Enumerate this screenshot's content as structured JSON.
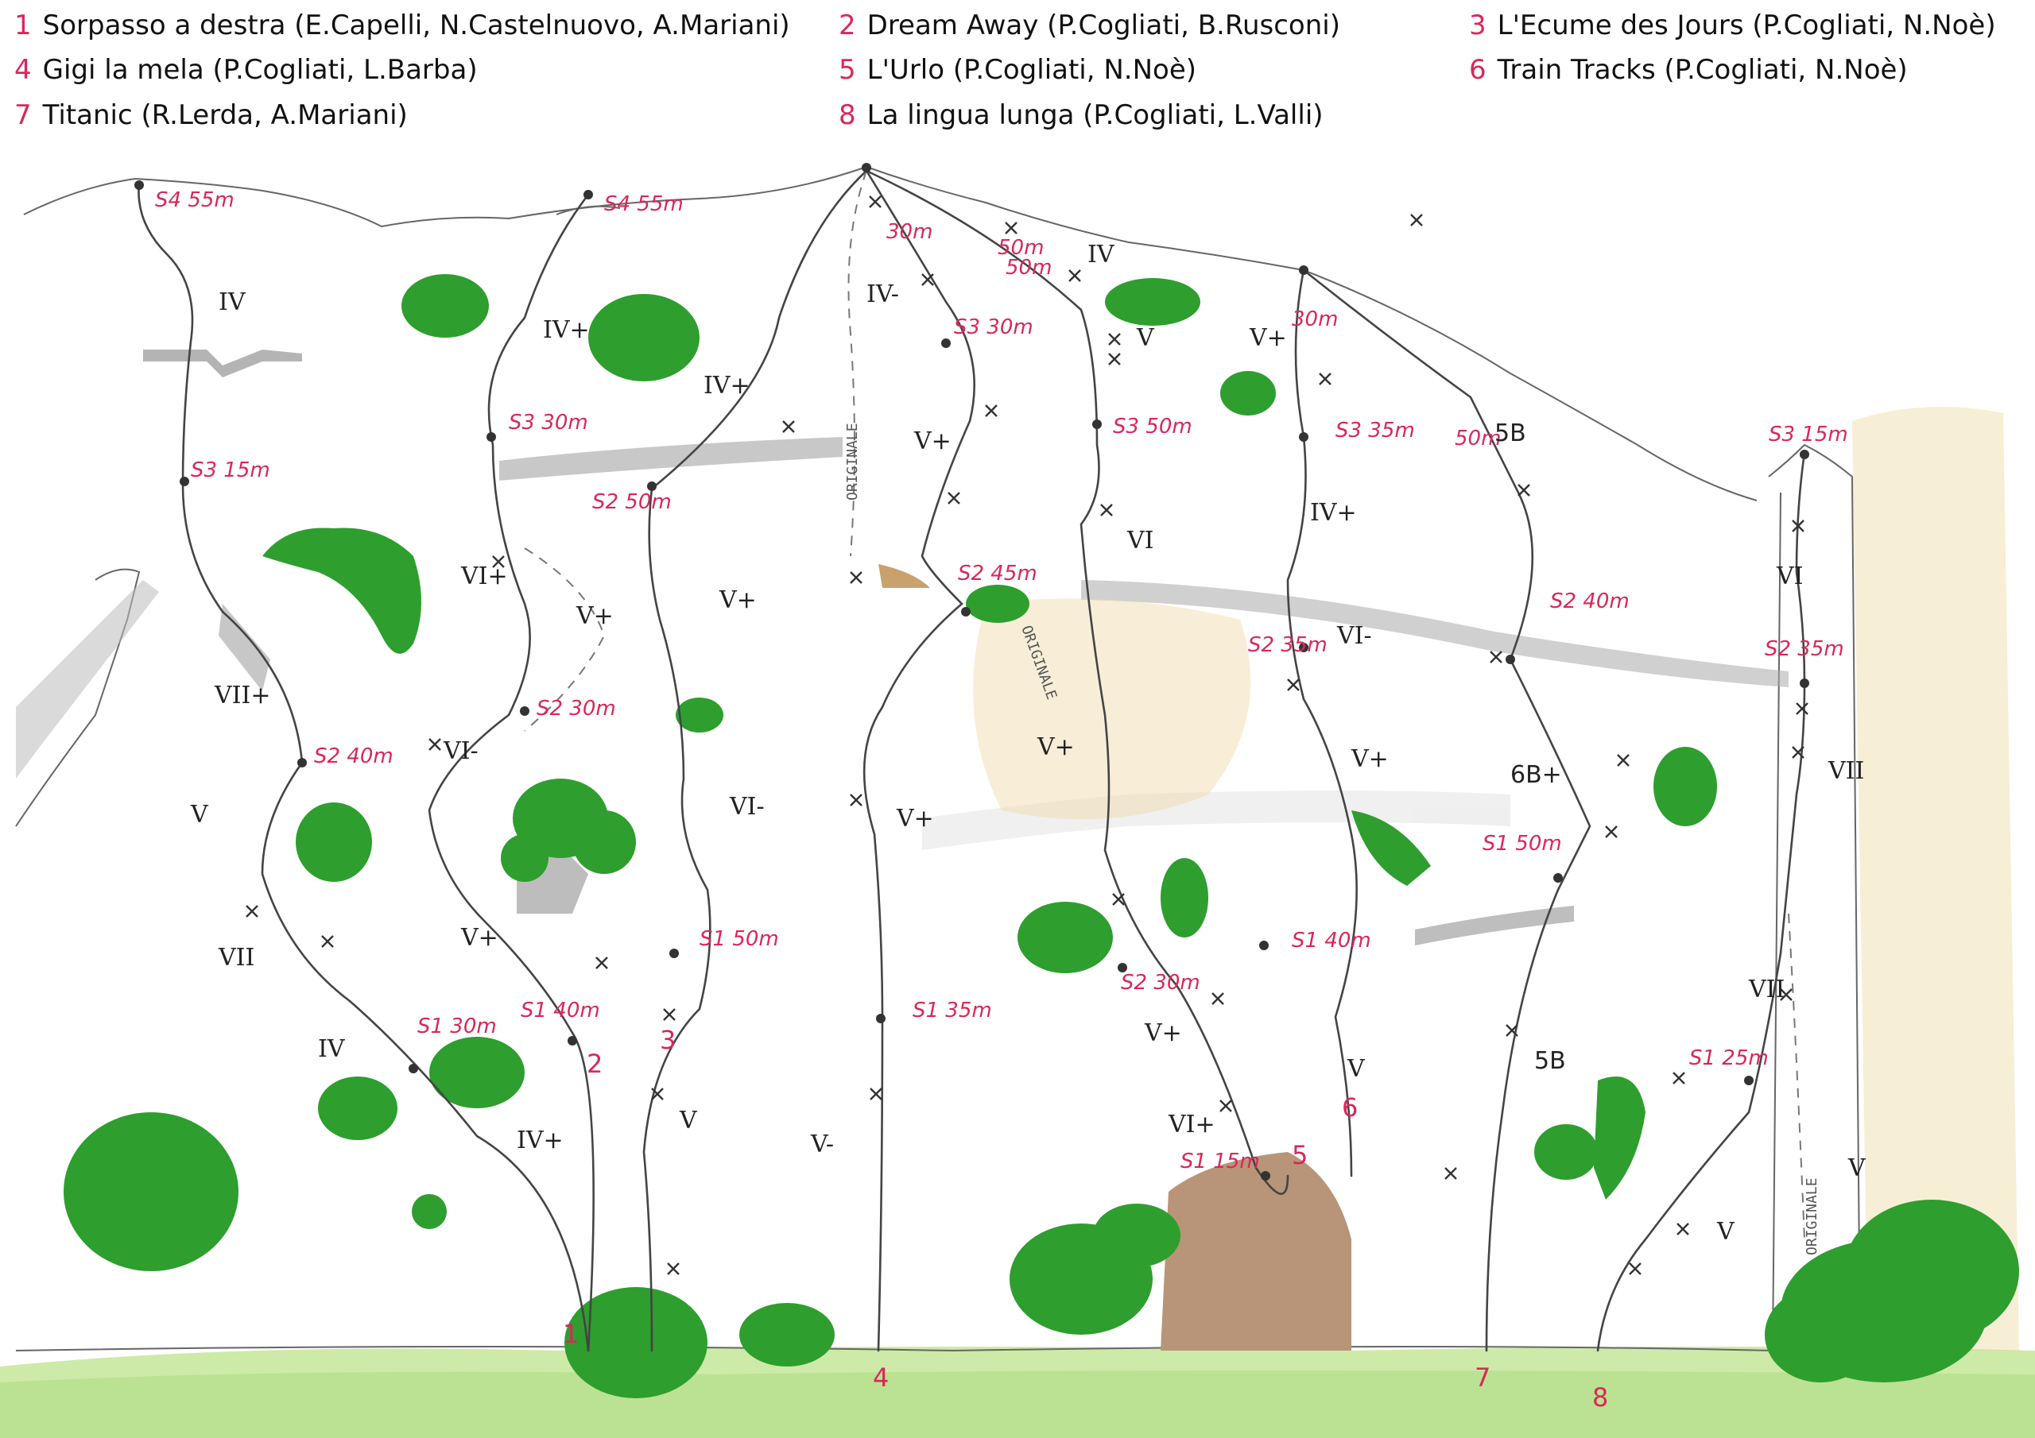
{
  "legend": [
    {
      "num": "1",
      "text": "Sorpasso a destra (E.Capelli, N.Castelnuovo, A.Mariani)"
    },
    {
      "num": "2",
      "text": "Dream Away (P.Cogliati, B.Rusconi)"
    },
    {
      "num": "3",
      "text": "L'Ecume des Jours (P.Cogliati, N.Noè)"
    },
    {
      "num": "4",
      "text": "Gigi la mela (P.Cogliati, L.Barba)"
    },
    {
      "num": "5",
      "text": "L'Urlo (P.Cogliati, N.Noè)"
    },
    {
      "num": "6",
      "text": "Train Tracks (P.Cogliati, N.Noè)"
    },
    {
      "num": "7",
      "text": "Titanic (R.Lerda, A.Mariani)"
    },
    {
      "num": "8",
      "text": "La lingua lunga (P.Cogliati, L.Valli)"
    }
  ],
  "route_numbers": [
    "1",
    "2",
    "3",
    "4",
    "5",
    "6",
    "7",
    "8"
  ],
  "belays": [
    "S4 55m",
    "S3 15m",
    "S2 40m",
    "S1 30m",
    "S4 55m",
    "S3 30m",
    "S2 30m",
    "S1 40m",
    "S2 50m",
    "S1 50m",
    "30m",
    "S3 30m",
    "S2 45m",
    "S1 35m",
    "50m",
    "S3 50m",
    "S2 30m",
    "S1 15m",
    "30m",
    "S3 35m",
    "S2 35m",
    "S1 40m",
    "50m",
    "S2 40m",
    "S1 50m",
    "S3 15m",
    "S2 35m",
    "S1 25m",
    "50m"
  ],
  "grades": [
    "IV",
    "VII+",
    "V",
    "VII",
    "IV",
    "IV+",
    "IV+",
    "VI+",
    "VI-",
    "V+",
    "V+",
    "IV+",
    "V+",
    "VI-",
    "V",
    "IV-",
    "V+",
    "V+",
    "V-",
    "IV",
    "V",
    "VI",
    "V+",
    "V+",
    "VI+",
    "V+",
    "IV+",
    "VI-",
    "V+",
    "V",
    "5B",
    "6B+",
    "5B",
    "VI",
    "VII",
    "VII",
    "V",
    "V"
  ],
  "labels": {
    "originale": "ORIGINALE"
  },
  "colors": {
    "accent_red": "#d8285a",
    "bush_green": "#2e9e2e",
    "grass_green": "#b6e08c",
    "pencil": "#555555"
  }
}
